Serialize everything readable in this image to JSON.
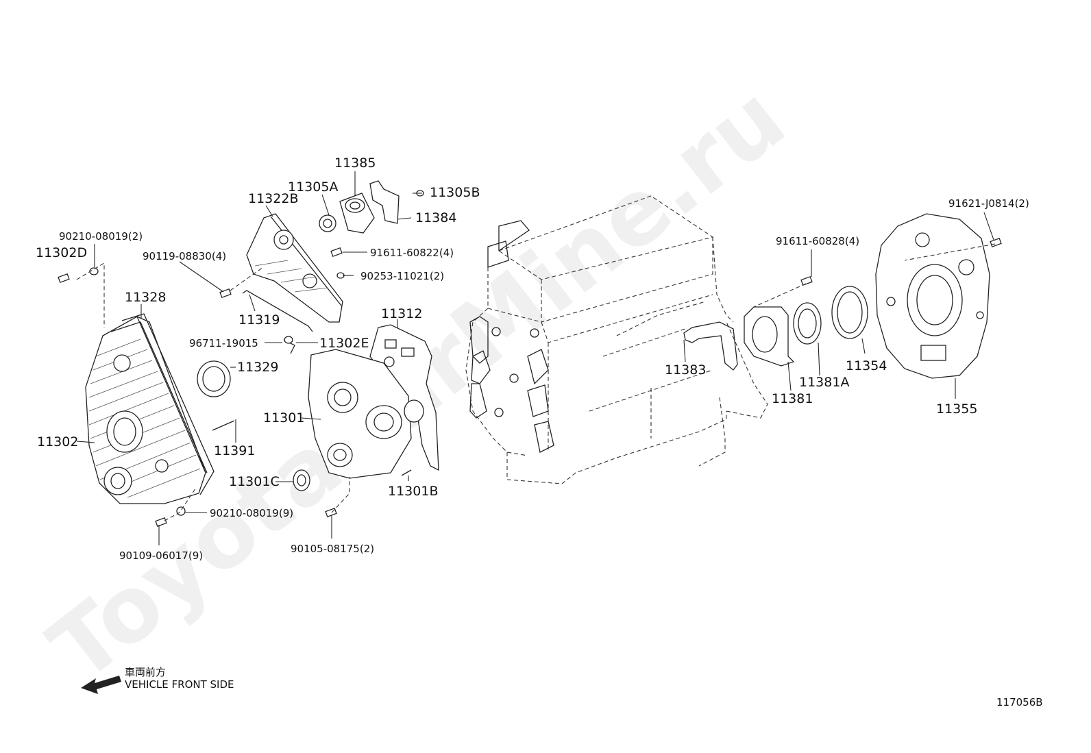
{
  "watermark": "ToyotaCarMine.ru",
  "diagram_id": "117056B",
  "direction": {
    "jp_label": "車両前方",
    "en_label": "VEHICLE FRONT SIDE"
  },
  "callouts": {
    "c11385": "11385",
    "c11305A": "11305A",
    "c11305B": "11305B",
    "c11322B": "11322B",
    "c11384": "11384",
    "c90210_top": "90210-08019(2)",
    "c11302D": "11302D",
    "c90119": "90119-08830(4)",
    "c91611_822": "91611-60822(4)",
    "c90253": "90253-11021(2)",
    "c11328": "11328",
    "c11319": "11319",
    "c11312": "11312",
    "c96711": "96711-19015",
    "c11302E": "11302E",
    "c11329": "11329",
    "c11301": "11301",
    "c11302": "11302",
    "c11391": "11391",
    "c11301C": "11301C",
    "c11301B": "11301B",
    "c90210_bottom": "90210-08019(9)",
    "c90105": "90105-08175(2)",
    "c90109": "90109-06017(9)",
    "c91621": "91621-J0814(2)",
    "c91611_828": "91611-60828(4)",
    "c11383": "11383",
    "c11381": "11381",
    "c11381A": "11381A",
    "c11354": "11354",
    "c11355": "11355"
  }
}
